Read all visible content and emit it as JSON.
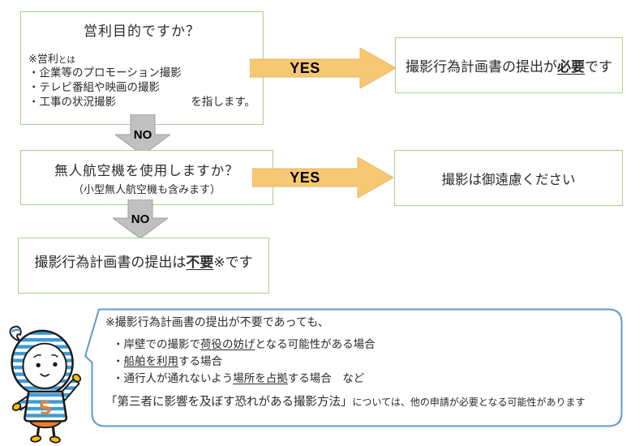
{
  "flow": {
    "q1": {
      "title": "営利目的ですか？",
      "note_prefix": "※営利",
      "note_suffix": "とは",
      "items": [
        "・企業等のプロモーション撮影",
        "・テレビ番組や映画の撮影",
        "・工事の状況撮影"
      ],
      "tail": "を指します。"
    },
    "yes1_label": "YES",
    "no1_label": "NO",
    "result1": {
      "pre": "撮影行為計画書の提出が",
      "em": "必要",
      "post": "です"
    },
    "q2": {
      "title": "無人航空機を使用しますか？",
      "sub": "（小型無人航空機も含みます）"
    },
    "yes2_label": "YES",
    "no2_label": "NO",
    "result2": "撮影は御遠慮ください",
    "result3": {
      "pre": "撮影行為計画書の提出は",
      "em": "不要",
      "post": "※です"
    }
  },
  "callout": {
    "line1": "※撮影行為計画書の提出が不要であっても、",
    "bullets": [
      {
        "pre": "・岸壁での撮影で",
        "u": "荷役の妨げ",
        "post": "となる可能性がある場合"
      },
      {
        "pre": "・",
        "u": "船舶を利用",
        "post": "する場合"
      },
      {
        "pre": "・通行人が通れないよう",
        "u": "場所を占拠",
        "post": "する場合　など"
      }
    ],
    "footer_quote": "「第三者に影響を及ぼす恐れがある撮影方法」",
    "footer_rest": "については、他の申請が必要となる可能性があります"
  },
  "mascot": {
    "letter": "S"
  },
  "colors": {
    "box_border_green": "#A9D18E",
    "arrow_yes_fill": "#F7C873",
    "arrow_yes_stroke": "#E9B55F",
    "arrow_no_fill": "#C0C0C0",
    "arrow_no_stroke": "#9E9E9E",
    "callout_border_blue": "#5B9BD5",
    "mascot_blue": "#3D9BD3",
    "mascot_orange": "#ED7D31",
    "mascot_yellow": "#FFC000"
  }
}
